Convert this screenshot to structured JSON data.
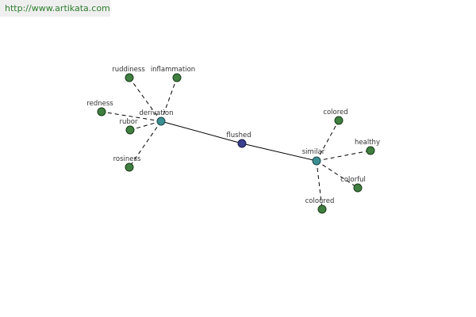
{
  "banner": {
    "url_text": "http://www.artikata.com"
  },
  "graph": {
    "nodes": [
      {
        "id": "flushed",
        "label": "flushed",
        "kind": "root"
      },
      {
        "id": "derivation",
        "label": "derivation",
        "kind": "hub"
      },
      {
        "id": "similar",
        "label": "similar",
        "kind": "hub"
      },
      {
        "id": "ruddiness",
        "label": "ruddiness",
        "kind": "leaf"
      },
      {
        "id": "inflammation",
        "label": "inflammation",
        "kind": "leaf"
      },
      {
        "id": "redness",
        "label": "redness",
        "kind": "leaf"
      },
      {
        "id": "rubor",
        "label": "rubor",
        "kind": "leaf"
      },
      {
        "id": "rosiness",
        "label": "rosiness",
        "kind": "leaf"
      },
      {
        "id": "colored",
        "label": "colored",
        "kind": "leaf"
      },
      {
        "id": "healthy",
        "label": "healthy",
        "kind": "leaf"
      },
      {
        "id": "colorful",
        "label": "colorful",
        "kind": "leaf"
      },
      {
        "id": "coloured",
        "label": "coloured",
        "kind": "leaf"
      }
    ],
    "edges": [
      {
        "from": "flushed",
        "to": "derivation",
        "style": "solid"
      },
      {
        "from": "flushed",
        "to": "similar",
        "style": "solid"
      },
      {
        "from": "derivation",
        "to": "ruddiness",
        "style": "dashed"
      },
      {
        "from": "derivation",
        "to": "inflammation",
        "style": "dashed"
      },
      {
        "from": "derivation",
        "to": "redness",
        "style": "dashed"
      },
      {
        "from": "derivation",
        "to": "rubor",
        "style": "dashed"
      },
      {
        "from": "derivation",
        "to": "rosiness",
        "style": "dashed"
      },
      {
        "from": "similar",
        "to": "colored",
        "style": "dashed"
      },
      {
        "from": "similar",
        "to": "healthy",
        "style": "dashed"
      },
      {
        "from": "similar",
        "to": "colorful",
        "style": "dashed"
      },
      {
        "from": "similar",
        "to": "coloured",
        "style": "dashed"
      }
    ]
  }
}
